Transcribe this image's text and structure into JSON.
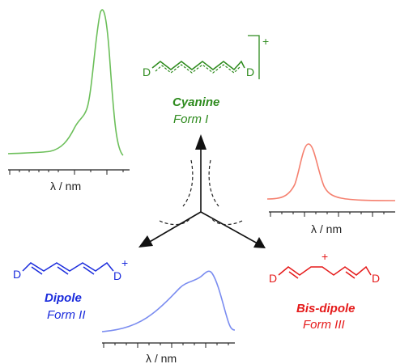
{
  "colors": {
    "cyanine": "#2e8b1e",
    "cyanine_curve": "#6cbf5a",
    "dipole": "#1a2bdc",
    "dipole_curve": "#7a8cf0",
    "bisdipole": "#e51a1a",
    "bisdipole_curve": "#f5806f",
    "axis": "#222222",
    "arrow": "#111111"
  },
  "cyanine": {
    "name": "Cyanine",
    "form": "Form I",
    "end_left": "D",
    "end_right": "D",
    "charge": "+"
  },
  "dipole": {
    "name": "Dipole",
    "form": "Form II",
    "end_left": "D",
    "end_right": "D",
    "charge": "+"
  },
  "bisdipole": {
    "name": "Bis-dipole",
    "form": "Form III",
    "end_left": "D",
    "end_right": "D",
    "charge": "+"
  },
  "spectra": {
    "axis_label": "λ / nm"
  }
}
